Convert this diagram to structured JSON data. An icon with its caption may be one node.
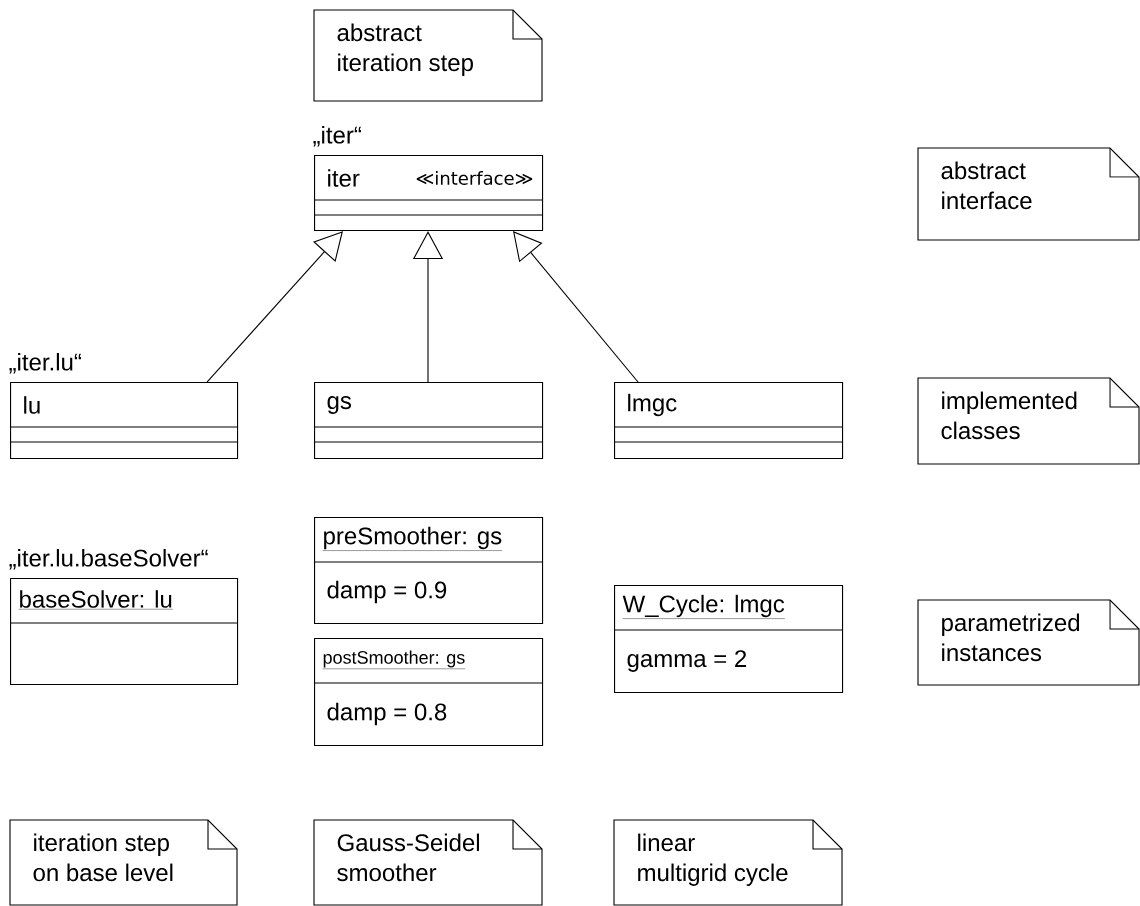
{
  "diagram": {
    "nodes": [
      {
        "text": [
          "abstract iteration step"
        ]
      },
      {
        "text": [
          "„iter“",
          "iter",
          "≪interface≫"
        ]
      },
      {
        "text": [
          "„iter.lu“",
          "lu"
        ]
      },
      {
        "text": [
          "gs"
        ]
      },
      {
        "text": [
          "lmgc"
        ]
      },
      {
        "text": [
          "abstract interface"
        ]
      },
      {
        "text": [
          "implemented classes"
        ]
      },
      {
        "text": [
          "„iter.lu.baseSolver“",
          "baseSolver: lu"
        ]
      },
      {
        "text": [
          "preSmoother: gs",
          "damp = 0.9"
        ]
      },
      {
        "text": [
          "postSmoother: gs",
          "damp = 0.8"
        ]
      },
      {
        "text": [
          "W_Cycle: lmgc",
          "gamma = 2"
        ]
      },
      {
        "text": [
          "parametrized instances"
        ]
      },
      {
        "text": [
          "iteration step on base level"
        ]
      },
      {
        "text": [
          "Gauss-Seidel smoother"
        ]
      },
      {
        "text": [
          "linear multigrid cycle"
        ]
      }
    ],
    "edges": [
      {
        "from": 2,
        "to": 1,
        "arrow": "to"
      },
      {
        "from": 3,
        "to": 1,
        "arrow": "to"
      },
      {
        "from": 4,
        "to": 1,
        "arrow": "to"
      }
    ]
  }
}
